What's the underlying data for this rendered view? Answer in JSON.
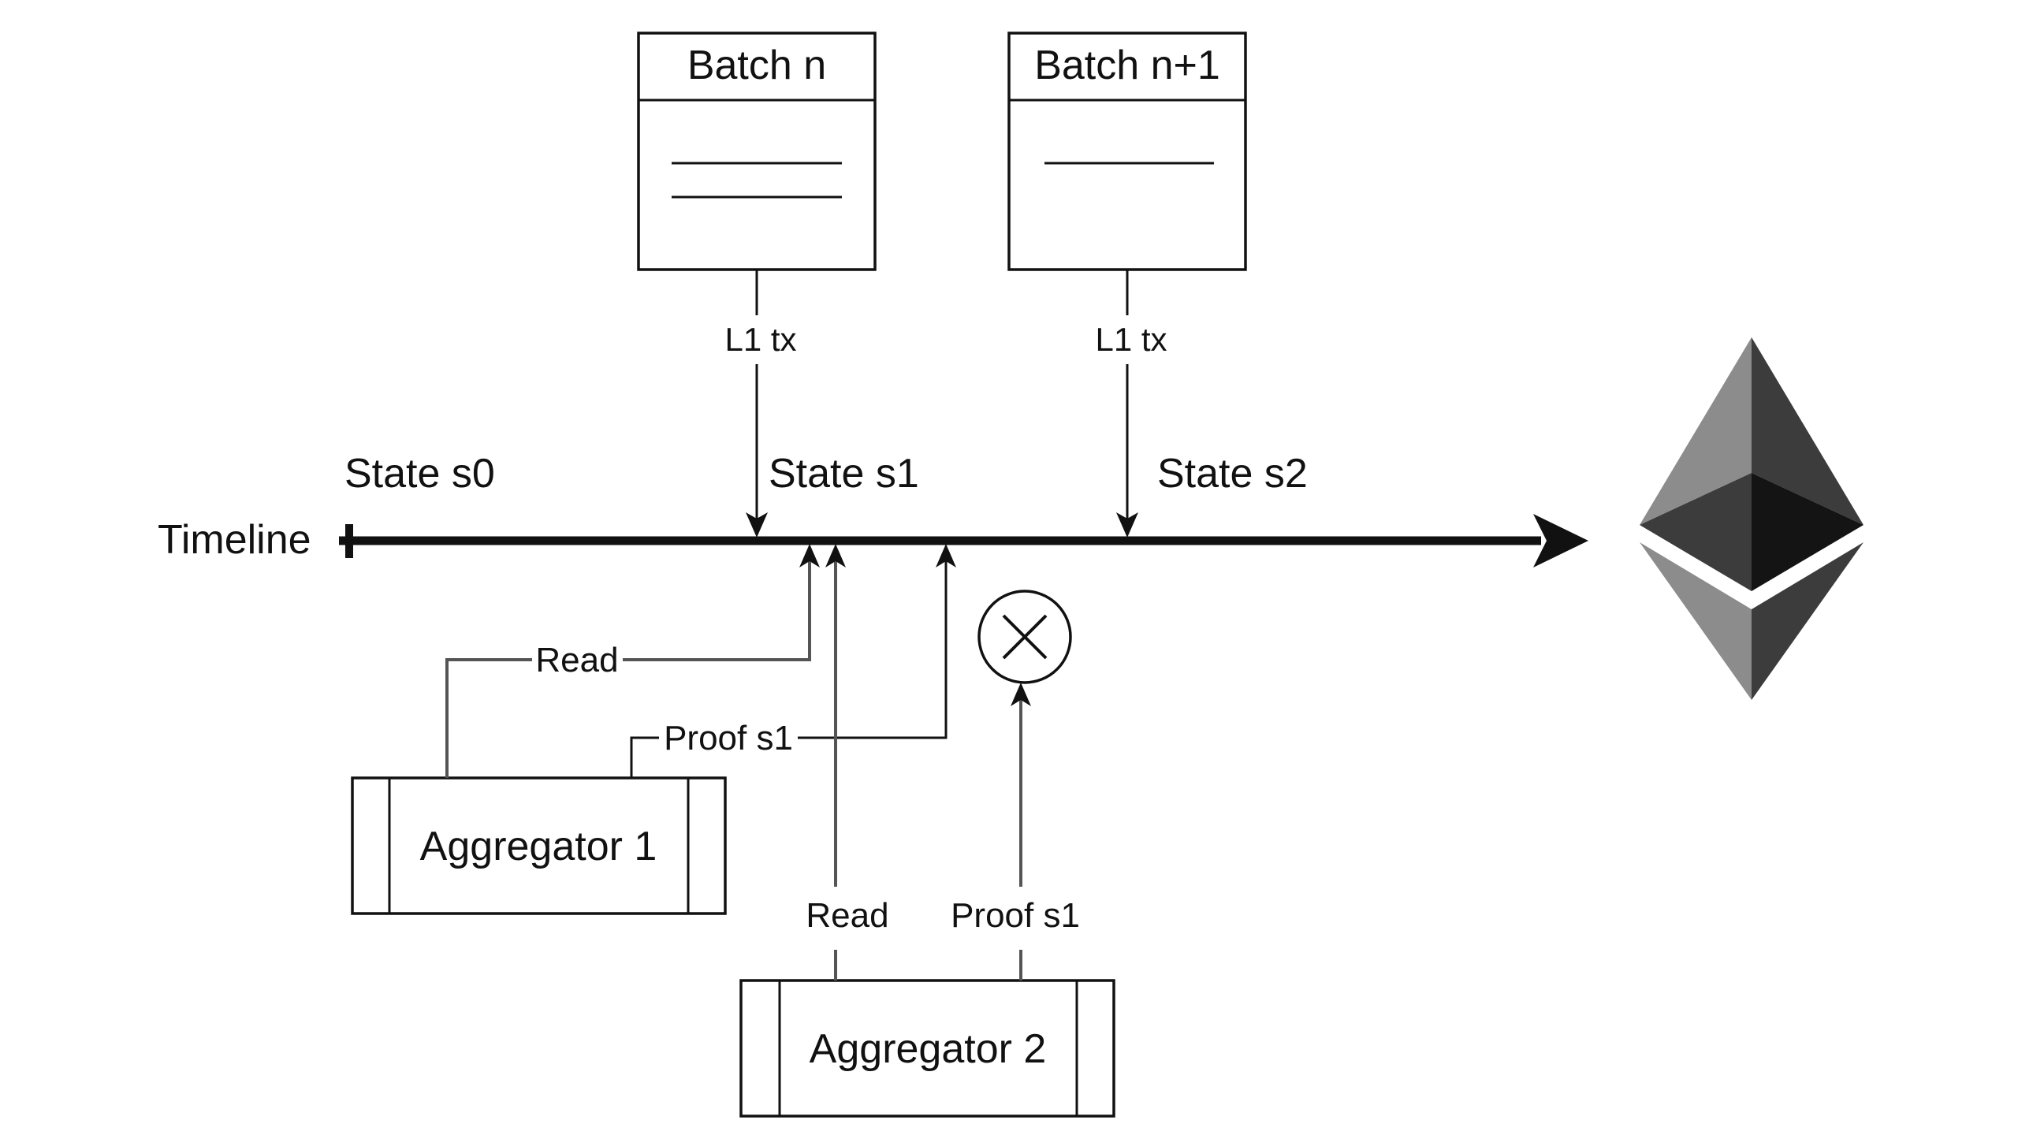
{
  "batches": [
    {
      "title": "Batch n",
      "line_count": 2,
      "edge_label": "L1 tx"
    },
    {
      "title": "Batch n+1",
      "line_count": 1,
      "edge_label": "L1 tx"
    }
  ],
  "timeline": {
    "label": "Timeline",
    "states": [
      "State s0",
      "State s1",
      "State s2"
    ]
  },
  "aggregators": [
    {
      "name": "Aggregator 1",
      "read_label": "Read",
      "proof_label": "Proof s1"
    },
    {
      "name": "Aggregator 2",
      "read_label": "Read",
      "proof_label": "Proof s1"
    }
  ],
  "rejected_marker": "x-circle-icon",
  "logo": "ethereum-logo",
  "colors": {
    "line": "#111111",
    "connector": "#555555",
    "eth_light": "#8c8c8c",
    "eth_mid": "#3c3c3c",
    "eth_dark": "#141414"
  }
}
